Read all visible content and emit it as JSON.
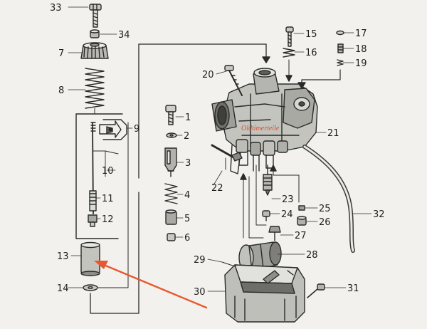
{
  "watermark": "Oldtimerteile",
  "colors": {
    "ink": "#2a2a2a",
    "paper": "#f2f1ee",
    "arrow": "#e8582e",
    "watermark": "#d9502f"
  },
  "callouts": [
    {
      "num": "1",
      "label": "1"
    },
    {
      "num": "2",
      "label": "2"
    },
    {
      "num": "3",
      "label": "3"
    },
    {
      "num": "4",
      "label": "4"
    },
    {
      "num": "5",
      "label": "5"
    },
    {
      "num": "6",
      "label": "6"
    },
    {
      "num": "7",
      "label": "7"
    },
    {
      "num": "8",
      "label": "8"
    },
    {
      "num": "9",
      "label": "9"
    },
    {
      "num": "10",
      "label": "10"
    },
    {
      "num": "11",
      "label": "11"
    },
    {
      "num": "12",
      "label": "12"
    },
    {
      "num": "13",
      "label": "13"
    },
    {
      "num": "14",
      "label": "14"
    },
    {
      "num": "15",
      "label": "15"
    },
    {
      "num": "16",
      "label": "16"
    },
    {
      "num": "17",
      "label": "17"
    },
    {
      "num": "18",
      "label": "18"
    },
    {
      "num": "19",
      "label": "19"
    },
    {
      "num": "20",
      "label": "20"
    },
    {
      "num": "21",
      "label": "21"
    },
    {
      "num": "22",
      "label": "22"
    },
    {
      "num": "23",
      "label": "23"
    },
    {
      "num": "24",
      "label": "24"
    },
    {
      "num": "25",
      "label": "25"
    },
    {
      "num": "26",
      "label": "26"
    },
    {
      "num": "27",
      "label": "27"
    },
    {
      "num": "28",
      "label": "28"
    },
    {
      "num": "29",
      "label": "29"
    },
    {
      "num": "30",
      "label": "30"
    },
    {
      "num": "31",
      "label": "31"
    },
    {
      "num": "32",
      "label": "32"
    },
    {
      "num": "33",
      "label": "33"
    },
    {
      "num": "34",
      "label": "34"
    }
  ]
}
